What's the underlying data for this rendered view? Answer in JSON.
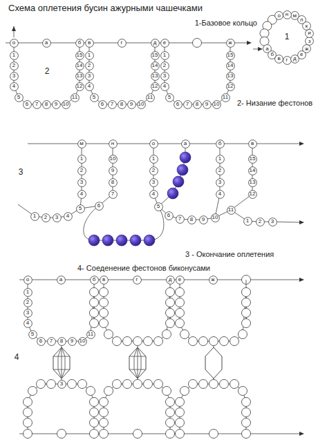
{
  "diagram": {
    "title": "Схема оплетения бусин ажурными чашечками",
    "nodes": [
      {
        "text": [
          "а"
        ]
      },
      {
        "text": [
          "б"
        ]
      },
      {
        "text": [
          "в"
        ]
      },
      {
        "text": [
          "г"
        ]
      },
      {
        "text": [
          "д"
        ]
      },
      {
        "text": [
          "е"
        ]
      },
      {
        "text": [
          "ж"
        ]
      },
      {
        "text": [
          "з"
        ]
      },
      {
        "text": [
          "и"
        ]
      },
      {
        "text": [
          "к"
        ]
      },
      {
        "text": [
          "л"
        ]
      },
      {
        "text": [
          "м"
        ]
      },
      {
        "text": [
          "н"
        ]
      },
      {
        "text": [
          "о"
        ]
      },
      {
        "text": [
          "о"
        ]
      },
      {
        "text": [
          "а"
        ]
      },
      {
        "text": [
          "б"
        ]
      },
      {
        "text": [
          "в"
        ]
      },
      {
        "text": [
          "г"
        ]
      },
      {
        "text": [
          "д"
        ]
      },
      {
        "text": [
          "е"
        ]
      },
      {
        "text": [
          "ж"
        ]
      },
      {
        "text": [
          "1"
        ]
      },
      {
        "text": [
          "2"
        ]
      },
      {
        "text": [
          "3"
        ]
      },
      {
        "text": [
          "4"
        ]
      },
      {
        "text": [
          "5"
        ]
      },
      {
        "text": [
          "6"
        ]
      },
      {
        "text": [
          "7"
        ]
      },
      {
        "text": [
          "8"
        ]
      },
      {
        "text": [
          "9"
        ]
      },
      {
        "text": [
          "10"
        ]
      },
      {
        "text": [
          "11"
        ]
      },
      {
        "text": [
          "12"
        ]
      },
      {
        "text": [
          "13"
        ]
      },
      {
        "text": [
          "14"
        ]
      },
      {
        "text": [
          "15"
        ]
      },
      {
        "text": [
          "1"
        ]
      },
      {
        "text": [
          "2"
        ]
      },
      {
        "text": [
          "3"
        ]
      },
      {
        "text": [
          "4"
        ]
      },
      {
        "text": [
          "5"
        ]
      },
      {
        "text": [
          "6"
        ]
      },
      {
        "text": [
          "7"
        ]
      },
      {
        "text": [
          "8"
        ]
      },
      {
        "text": [
          "9"
        ]
      },
      {
        "text": [
          "10"
        ]
      },
      {
        "text": [
          "11"
        ]
      },
      {
        "text": [
          "12"
        ]
      },
      {
        "text": [
          "13"
        ]
      },
      {
        "text": [
          "14"
        ]
      },
      {
        "text": [
          "15"
        ]
      },
      {
        "text": [
          "1"
        ]
      },
      {
        "text": [
          "2"
        ]
      },
      {
        "text": [
          "3"
        ]
      },
      {
        "text": [
          "4"
        ]
      },
      {
        "text": [
          "5"
        ]
      },
      {
        "text": [
          "6"
        ]
      },
      {
        "text": [
          "7"
        ]
      },
      {
        "text": [
          "8"
        ]
      },
      {
        "text": [
          "9"
        ]
      },
      {
        "text": [
          "10"
        ]
      },
      {
        "text": [
          "11"
        ]
      },
      {
        "text": [
          "12"
        ]
      },
      {
        "text": [
          "13"
        ]
      },
      {
        "text": [
          "14"
        ]
      },
      {
        "text": [
          "15"
        ]
      },
      {
        "text": [
          "м"
        ]
      },
      {
        "text": [
          "н"
        ]
      },
      {
        "text": [
          "о"
        ]
      },
      {
        "text": [
          "а"
        ]
      },
      {
        "text": [
          "б"
        ]
      },
      {
        "text": [
          "в"
        ]
      },
      {
        "text": [
          "1"
        ]
      },
      {
        "text": [
          "2"
        ]
      },
      {
        "text": [
          "3"
        ]
      },
      {
        "text": [
          "4"
        ]
      },
      {
        "text": [
          "10"
        ]
      },
      {
        "text": [
          "9"
        ]
      },
      {
        "text": [
          "8"
        ]
      },
      {
        "text": [
          "7"
        ]
      },
      {
        "text": [
          "1"
        ]
      },
      {
        "text": [
          "2"
        ]
      },
      {
        "text": [
          "3"
        ]
      },
      {
        "text": [
          "4"
        ]
      },
      {
        "text": [
          "5"
        ]
      },
      {
        "text": [
          "6"
        ]
      },
      {
        "text": [
          "1"
        ]
      },
      {
        "text": [
          "2"
        ]
      },
      {
        "text": [
          "3"
        ]
      },
      {
        "text": [
          "4"
        ]
      },
      {
        "text": [
          "5"
        ]
      },
      {
        "text": [
          "6"
        ]
      },
      {
        "text": [
          "7"
        ]
      },
      {
        "text": [
          "8"
        ]
      },
      {
        "text": [
          "9"
        ]
      },
      {
        "text": [
          "10"
        ]
      },
      {
        "text": [
          "11"
        ]
      },
      {
        "text": [
          "1"
        ]
      },
      {
        "text": [
          "2"
        ]
      },
      {
        "text": [
          "3"
        ]
      },
      {
        "text": [
          "4"
        ]
      },
      {
        "text": [
          "15"
        ]
      },
      {
        "text": [
          "14"
        ]
      },
      {
        "text": [
          "13"
        ]
      },
      {
        "text": [
          "12"
        ]
      },
      {
        "text": [
          "1"
        ]
      },
      {
        "text": [
          "2"
        ]
      },
      {
        "text": [
          "3"
        ]
      },
      {
        "text": [
          "о"
        ]
      },
      {
        "text": [
          "а"
        ]
      },
      {
        "text": [
          "б"
        ]
      },
      {
        "text": [
          "в"
        ]
      },
      {
        "text": [
          "г"
        ]
      },
      {
        "text": [
          "д"
        ]
      },
      {
        "text": [
          "е"
        ]
      },
      {
        "text": [
          "ж"
        ]
      },
      {
        "text": [
          "1"
        ]
      },
      {
        "text": [
          "2"
        ]
      },
      {
        "text": [
          "3"
        ]
      },
      {
        "text": [
          "4"
        ]
      },
      {
        "text": [
          "5"
        ]
      },
      {
        "text": [
          "6"
        ]
      },
      {
        "text": [
          "7"
        ]
      },
      {
        "text": [
          "8"
        ]
      },
      {
        "text": [
          "9"
        ]
      },
      {
        "text": [
          "10"
        ]
      },
      {
        "text": [
          "11"
        ]
      },
      {
        "text": [
          "3"
        ]
      }
    ],
    "labels": [
      "1-Базовое кольцо",
      "1",
      "2",
      "2- Низание фестонов",
      "3",
      "3 - Окончание оплетения",
      "4- Соеденение фестонов биконусами",
      "4"
    ]
  }
}
